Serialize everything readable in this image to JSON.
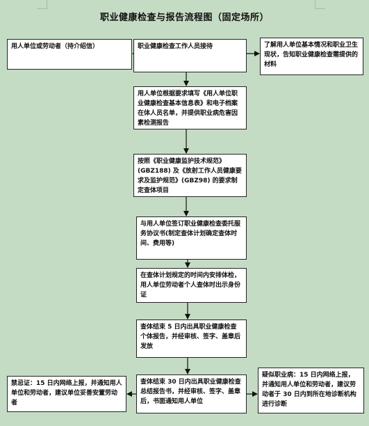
{
  "title": "职业健康检查与报告流程图（固定场所）",
  "boxes": {
    "employer": "用人单位或劳动者（持介绍信）",
    "reception": "职业健康检查工作人员接待",
    "understand": "了解用人单位基本情况和职业卫生现状，告知职业健康检查需提供的材料",
    "fill": "用人单位根据要求填写《用人单位职业健康检查基本信息表》和电子档案在体人员名单，并提供职业病危害因素检测报告",
    "plan": "按照《职业健康监护技术规范》(GBZ188) 及《放射工作人员健康要求及监护规范》(GBZ98) 的要求制定查体项目",
    "contract": "与用人单位签订职业健康检查委托服务协议书(制定查体计划确定查体时间、费用等)",
    "arrange": "在查体计划规定的时间内安排体检，用人单位劳动者个人查体时出示身份证",
    "individual": "查体结束 5 日内出具职业健康检查个体报告，并经审核、签字、盖章后发放",
    "summary": "查体结束 30 日内出具职业健康检查总结报告书，并经审核、签字、盖章后，书面通知用人单位",
    "contra": "禁忌证：15 日内网络上报，并通知用人单位和劳动者，建议单位妥善安置劳动者",
    "suspect": "疑似职业病：15 日内网络上报，并通知用人单位和劳动者，建议劳动者于 30 日内到所在地诊断机构进行诊断"
  }
}
